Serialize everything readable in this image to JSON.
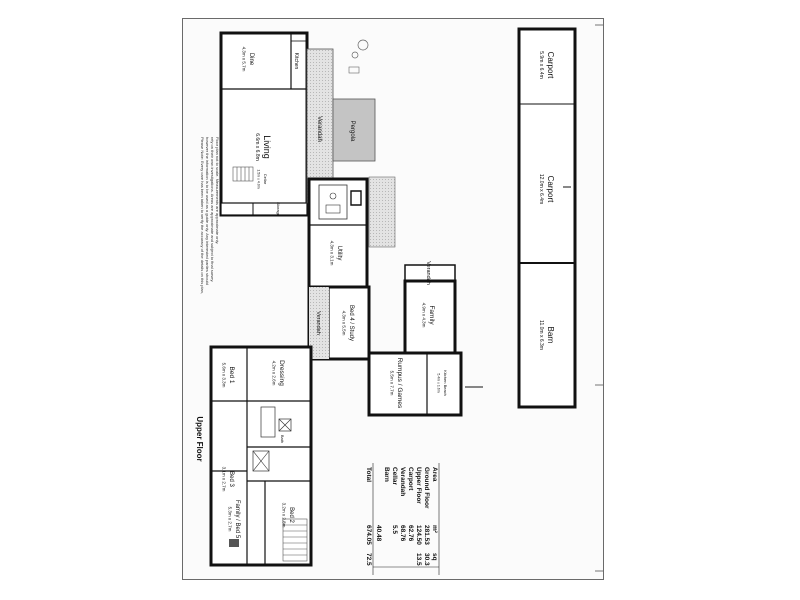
{
  "title": "Upper Floor",
  "colors": {
    "wall": "#111111",
    "paper": "#ffffff",
    "hatch": "#c9c9c9",
    "thin": "#555555"
  },
  "rooms": {
    "carport_small": {
      "name": "Carport",
      "size": "5.9m x 6.4m"
    },
    "carport_large": {
      "name": "Carport",
      "size": "12.0m x 6.4m"
    },
    "barn": {
      "name": "Barn",
      "size": "11.0m x 6.3m"
    },
    "dine": {
      "name": "Dine",
      "size": "4.3m x 5.7m"
    },
    "kitchen": {
      "name": "Kitchen"
    },
    "living": {
      "name": "Living",
      "size": "6.6m x 6.8m"
    },
    "cellar": {
      "name": "Cellar",
      "size": "1.5m x 4.0m"
    },
    "verandah_main": {
      "name": "Verandah"
    },
    "pergola": {
      "name": "Pergola"
    },
    "utility": {
      "name": "Utility",
      "size": "4.3m x 3.1m"
    },
    "storage": {
      "name": "Storage"
    },
    "verandah_east": {
      "name": "Verandah"
    },
    "family": {
      "name": "Family",
      "size": "4.9m x 4.3m"
    },
    "bed4": {
      "name": "Bed 4 / Study",
      "size": "4.3m x 5.5m"
    },
    "verandah_west": {
      "name": "Verandah"
    },
    "rumpus": {
      "name": "Rumpus / Games",
      "size": "5.5m x 7.7m"
    },
    "kitchen_beach": {
      "name": "Kitchen Beach",
      "size": "5.4m x 1.6m"
    },
    "dressing": {
      "name": "Dressing",
      "size": "4.2m x 2.6m"
    },
    "bed1": {
      "name": "Bed 1",
      "size": "5.6m x 3.3m"
    },
    "bath": {
      "name": "Bath"
    },
    "bed3": {
      "name": "Bed 3",
      "size": "3.1m x 2.7m"
    },
    "bed2": {
      "name": "Bed 2",
      "size": "3.2m x 2.8m"
    },
    "family_bed5": {
      "name": "Family / Bed 5",
      "size": "5.3m x 2.7m"
    }
  },
  "area_table": {
    "heading_label": "Area",
    "heading_m2": "m²",
    "heading_sq": "sq",
    "rows": [
      {
        "label": "Ground Floor",
        "m2": "281.53",
        "sq": "30.3"
      },
      {
        "label": "Upper Floor",
        "m2": "124.50",
        "sq": "13.5"
      },
      {
        "label": "Carport",
        "m2": "62.76",
        "sq": ""
      },
      {
        "label": "Verandah",
        "m2": "68.76",
        "sq": ""
      },
      {
        "label": "Cellar",
        "m2": "5.5",
        "sq": ""
      },
      {
        "label": "Barn",
        "m2": "",
        "sq": ""
      },
      {
        "label": "",
        "m2": "40.48",
        "sq": ""
      }
    ],
    "total_label": "Total",
    "total_m2": "674.05",
    "total_sq": "72.5"
  },
  "disclaimer": [
    "Please Note: Every care has been taken to verify the accuracy of the details on this plan,",
    "however the information is to be used as a guide only. Any interested parties should",
    "rely on their own investigations. Areas are approximate and subject to final survey.",
    "Floor plan not to scale. Measurements are approximate only."
  ]
}
